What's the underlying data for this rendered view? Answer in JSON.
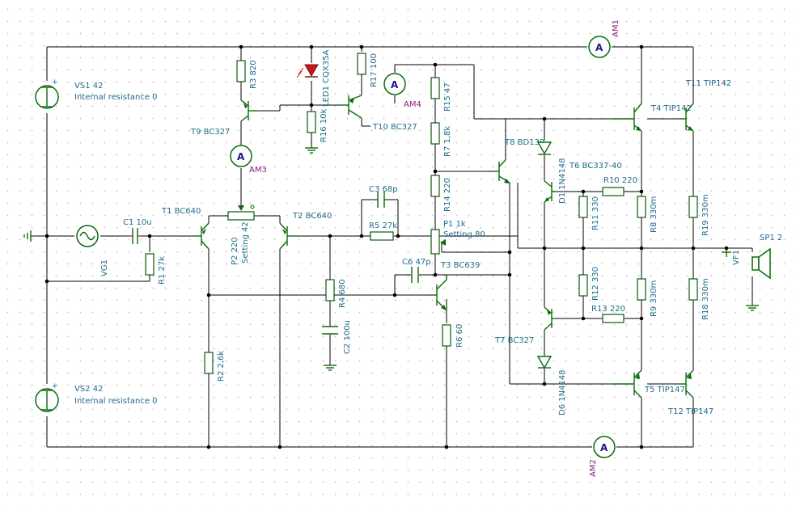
{
  "sources": {
    "vs1": {
      "name": "VS1 42",
      "detail": "Internal resistance 0"
    },
    "vs2": {
      "name": "VS2 42",
      "detail": "Internal resistance 0"
    },
    "vg1": "VG1",
    "plus": "+"
  },
  "components": {
    "c1": "C1 10u",
    "r1": "R1 27k",
    "t1": "T1 BC640",
    "t2": "T2 BC640",
    "p2": "P2 220",
    "p2_setting": "Setting 42",
    "r2": "R2 2,6k",
    "r3": "R3 820",
    "t9": "T9 BC327",
    "am3": "AM3",
    "led1": "LED1 CQX35A",
    "r16": "R16 10k",
    "t10": "T10 BC327",
    "r17": "R17 100",
    "am4": "AM4",
    "am1": "AM1",
    "am2": "AM2",
    "r15": "R15 47",
    "r7": "R7 1,8k",
    "r14": "R14 220",
    "c3": "C3 68p",
    "r5": "R5 27k",
    "p1": "P1 1k",
    "p1_setting": "Setting 80",
    "c6": "C6 47p",
    "t3": "T3 BC639",
    "r4": "R4 680",
    "c2": "C2 100u",
    "r6": "R6 60",
    "t8": "T8 BD139",
    "d1": "D1 1N4148",
    "t6": "T6 BC337-40",
    "r10": "R10 220",
    "r11": "R11 330",
    "r8": "R8 330m",
    "t4": "T4 TIP142",
    "t11": "T11 TIP142",
    "r19": "R19 330m",
    "vf1": "VF1",
    "sp1": "SP1 2",
    "r12": "R12 330",
    "r9": "R9 330m",
    "r18": "R18 330m",
    "r13": "R13 220",
    "t7": "T7 BC327",
    "d6": "D6 1N4148",
    "t5": "T5 TIP147",
    "t12": "T12 TIP147"
  },
  "meter_letter": "A",
  "colors": {
    "wire": "#000000",
    "component": "#0a6a0a",
    "pin": "#7a1a1a",
    "label": "#1f6b8c",
    "meter_label": "#8a1a7a",
    "led": "#c81414"
  }
}
